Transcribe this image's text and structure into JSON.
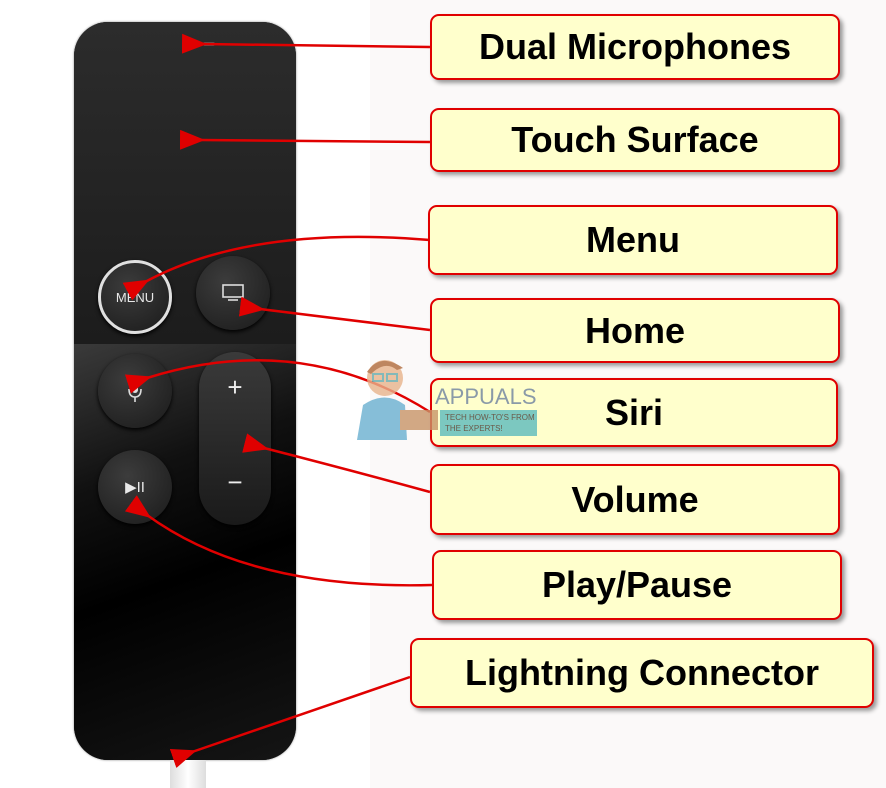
{
  "labels": {
    "dual_microphones": "Dual Microphones",
    "touch_surface": "Touch Surface",
    "menu": "Menu",
    "home": "Home",
    "siri": "Siri",
    "volume": "Volume",
    "play_pause": "Play/Pause",
    "lightning_connector": "Lightning Connector"
  },
  "remote": {
    "menu_button": "MENU",
    "volume_up": "+",
    "volume_down": "−",
    "play_pause_glyph": "▶II"
  },
  "watermark": {
    "brand": "APPUALS",
    "tagline": "TECH HOW-TO'S FROM THE EXPERTS!"
  },
  "colors": {
    "arrow": "#e00000",
    "label_bg": "#ffffcc",
    "label_border": "#e00000"
  }
}
